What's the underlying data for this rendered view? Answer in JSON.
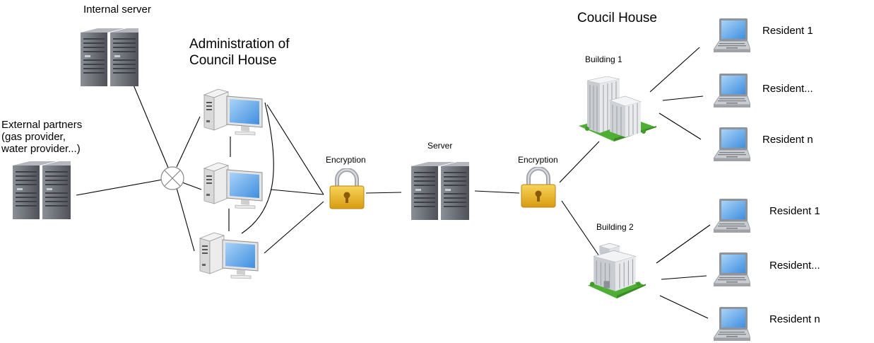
{
  "labels": {
    "internal_server": "Internal server",
    "admin_title_line1": "Administration of",
    "admin_title_line2": "Council House",
    "external_line1": "External partners",
    "external_line2": "(gas provider,",
    "external_line3": "water provider...)",
    "encryption_left": "Encryption",
    "server": "Server",
    "encryption_right": "Encryption",
    "council_house": "Coucil House",
    "building1": "Building 1",
    "building2": "Building 2",
    "b1_resident_1": "Resident 1",
    "b1_resident_2": "Resident...",
    "b1_resident_3": "Resident n",
    "b2_resident_1": "Resident 1",
    "b2_resident_2": "Resident...",
    "b2_resident_3": "Resident n"
  },
  "icons": {
    "server": "server-rack-icon",
    "workstation": "desktop-computer-icon",
    "switch": "network-hub-icon",
    "lock": "padlock-icon",
    "building": "office-building-icon",
    "laptop": "laptop-icon"
  },
  "colors": {
    "server_body": "#6d7178",
    "screen_blue": "#5aa2e6",
    "lock_gold": "#e8b020",
    "grass_green": "#5ab83a"
  }
}
